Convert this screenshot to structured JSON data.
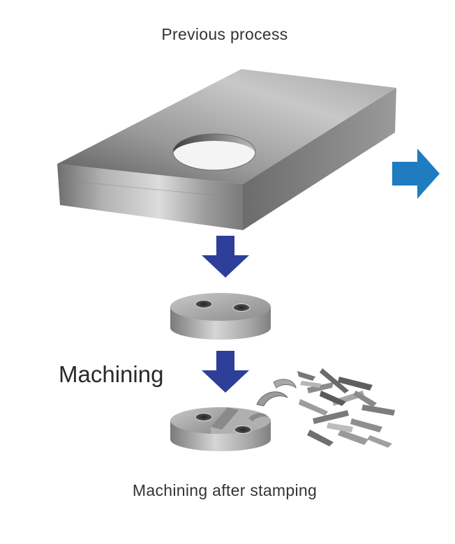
{
  "diagram": {
    "title": "Previous process",
    "step_label": "Machining",
    "caption": "Machining after stamping"
  },
  "colors": {
    "down_arrow": "#2d3f99",
    "side_arrow": "#1f7cc0",
    "steel_light": "#d9d9d9",
    "steel_dark": "#4a4a4a"
  },
  "icons": {
    "side_arrow": "arrow-right-icon",
    "down_arrows": "arrow-down-icon",
    "plate": "steel-plate-icon",
    "blank": "blank-disc-icon",
    "machined_part": "machined-disc-icon",
    "chips": "metal-chips-icon"
  }
}
